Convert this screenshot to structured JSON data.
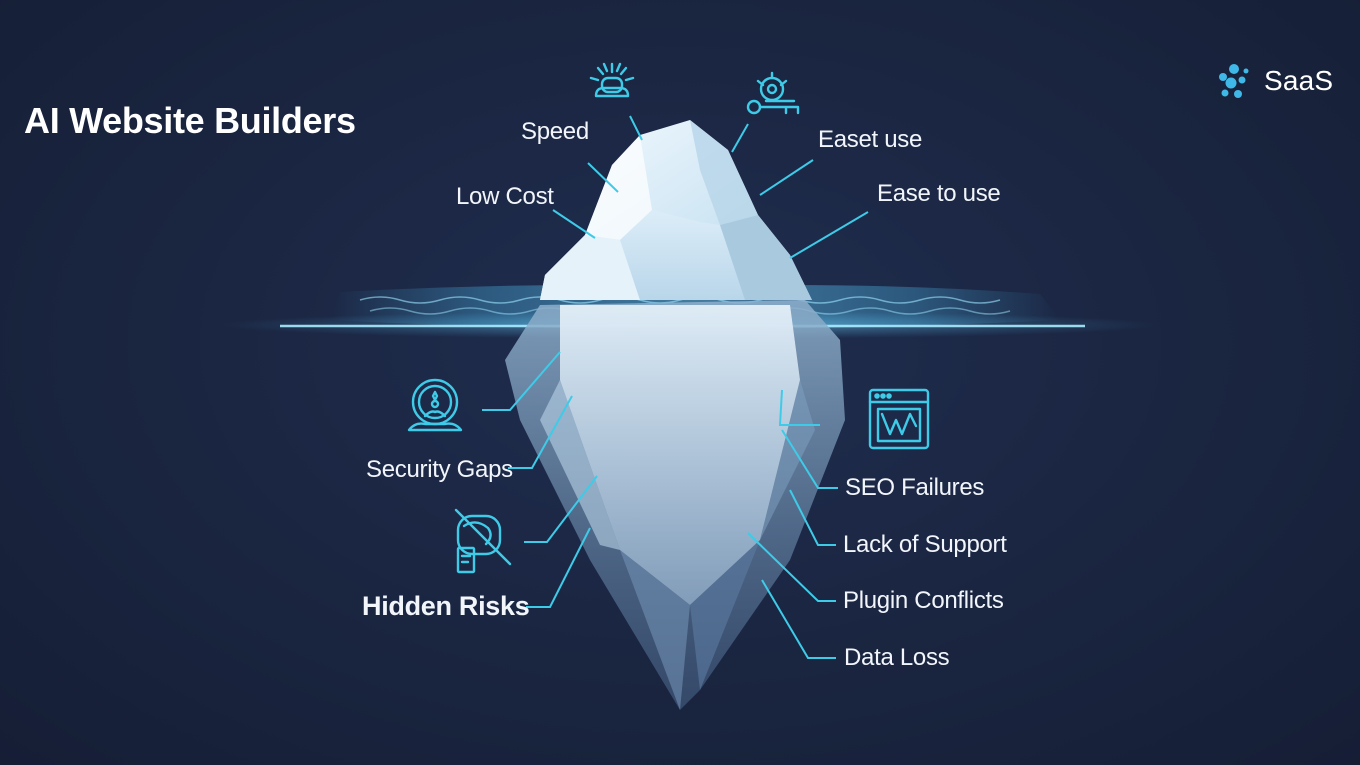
{
  "title": "AI Website Builders",
  "brand": {
    "name": "SaaS",
    "logo_icon": "molecule-dots-icon",
    "accent": "#3fb8e8"
  },
  "colors": {
    "background": "#1a2540",
    "line": "#3ecbe8",
    "water": "#4fc3f7",
    "ice_light": "#e8f4fb",
    "ice_dark": "#7fa7c7"
  },
  "above_water": [
    {
      "label": "Speed",
      "icon": "brain-burst-icon"
    },
    {
      "label": "Low Cost",
      "icon": ""
    },
    {
      "label": "Easet use",
      "icon": "gear-key-icon"
    },
    {
      "label": "Ease to use",
      "icon": ""
    }
  ],
  "below_water_left": [
    {
      "label": "Security Gaps",
      "icon": "shield-person-icon"
    },
    {
      "label": "Hidden Risks",
      "icon": "no-entry-ticket-icon"
    }
  ],
  "below_water_right": [
    {
      "label": "SEO Failures",
      "icon": "browser-window-icon"
    },
    {
      "label": "Lack of Support",
      "icon": ""
    },
    {
      "label": "Plugin Conflicts",
      "icon": ""
    },
    {
      "label": "Data Loss",
      "icon": ""
    }
  ]
}
